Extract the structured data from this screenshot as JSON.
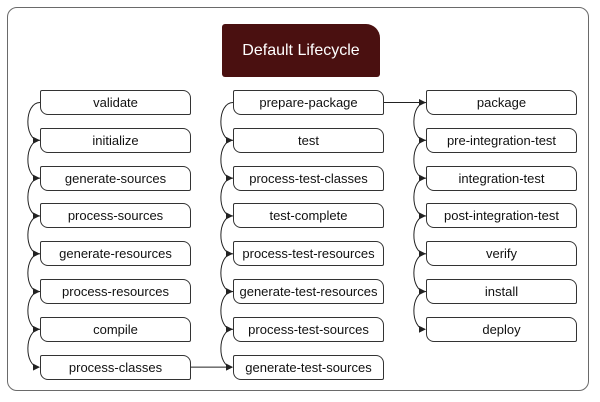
{
  "title": "Default Lifecycle",
  "columns": [
    {
      "phases": [
        "validate",
        "initialize",
        "generate-sources",
        "process-sources",
        "generate-resources",
        "process-resources",
        "compile",
        "process-classes"
      ]
    },
    {
      "phases": [
        "prepare-package",
        "test",
        "process-test-classes",
        "test-complete",
        "process-test-resources",
        "generate-test-resources",
        "process-test-sources",
        "generate-test-sources"
      ]
    },
    {
      "phases": [
        "package",
        "pre-integration-test",
        "integration-test",
        "post-integration-test",
        "verify",
        "install",
        "deploy"
      ]
    }
  ],
  "colors": {
    "title_bg": "#4a1010",
    "title_text": "#ffffff",
    "border": "#333333",
    "frame": "#6a6a6a"
  }
}
